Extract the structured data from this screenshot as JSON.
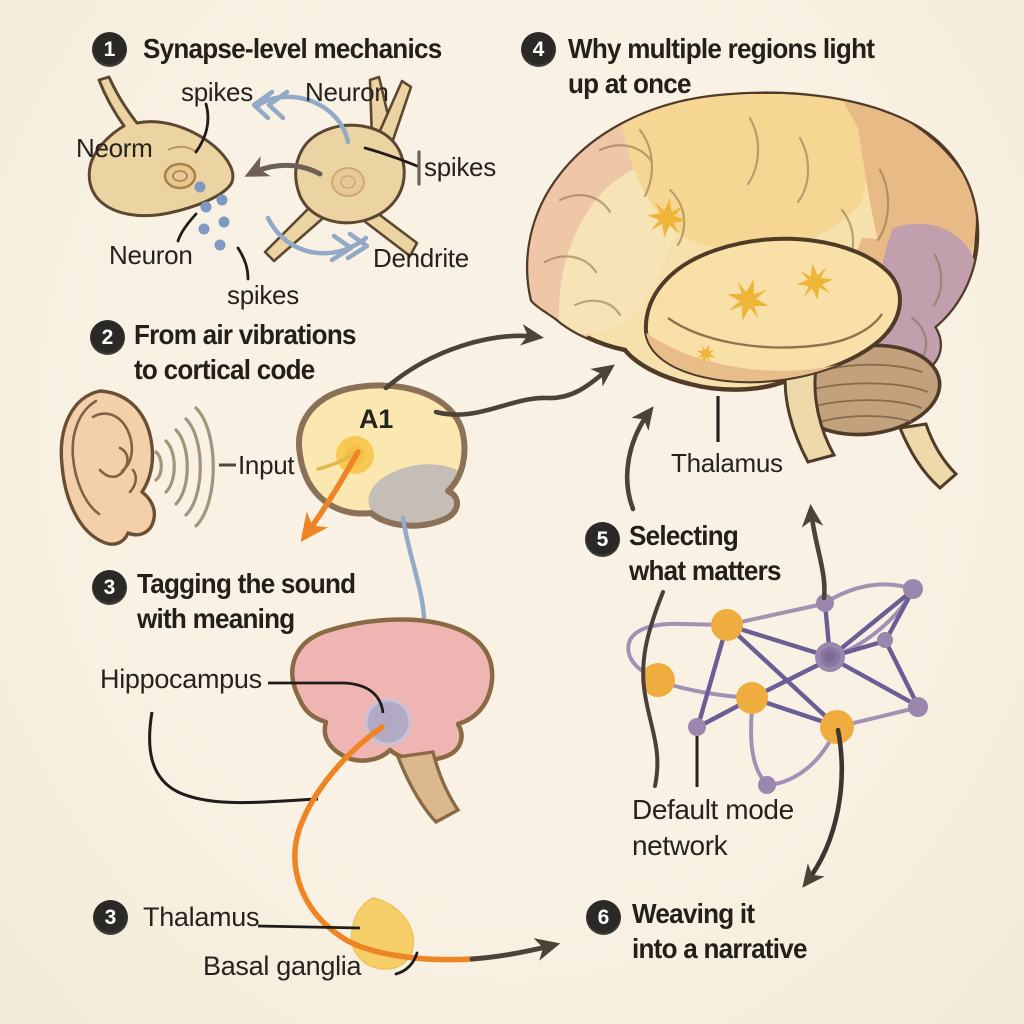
{
  "palette": {
    "background": "#f8f1e2",
    "badge_bg": "#2b2926",
    "badge_text": "#ffffff",
    "text": "#26221e",
    "arrow_dark": "#4d4238",
    "arrow_blue": "#92a9c8",
    "arrow_orange": "#ef8424",
    "neuron_fill": "#ecd3a2",
    "neuron_outline": "#5c4732",
    "vesicle_blue": "#7e9ac2",
    "brain_pink": "#efc6a8",
    "brain_yellow": "#f5d793",
    "brain_cream": "#f6e4b6",
    "brain_orange": "#e8ba85",
    "brain_purple": "#c29fad",
    "cerebellum_tan": "#c2a17d",
    "star_yellow": "#eeb32f",
    "a1_fill": "#fbe7b0",
    "a1_gray": "#c5beb6",
    "a1_circle": "#f7c854",
    "ear_fill": "#f3d0a9",
    "wave_color": "#a2937b",
    "limbic_pink": "#efb5b2",
    "brainstem_tan": "#dcb88e",
    "hippocampus_gray": "#b2aac4",
    "thalamus_yellow": "#f7cf68",
    "net_lavender": "#a48fb5",
    "net_purple": "#6a5f94",
    "net_orange": "#eead3e"
  },
  "sections": {
    "synapse": {
      "num": "1",
      "title": "Synapse-level mechanics"
    },
    "vibrations": {
      "num": "2",
      "line1": "From air vibrations",
      "line2": "to cortical code"
    },
    "tagging": {
      "num": "3",
      "line1": "Tagging the sound",
      "line2": "with meaning"
    },
    "regions": {
      "num": "4",
      "line1": "Why multiple regions light",
      "line2": "up at once"
    },
    "selecting": {
      "num": "5",
      "line1": "Selecting",
      "line2": "what matters"
    },
    "thalamus3": {
      "num": "3",
      "title": "Thalamus"
    },
    "weaving": {
      "num": "6",
      "line1": "Weaving it",
      "line2": "into a narrative"
    }
  },
  "labels": {
    "spikes_top": "spikes",
    "neuron_top": "Neuron",
    "neorm": "Neorm",
    "spikes_right": "spikes",
    "neuron_bottom": "Neuron",
    "spikes_bottom": "spikes",
    "dendrite": "Dendrite",
    "a1": "A1",
    "input": "Input",
    "thalamus_brain": "Thalamus",
    "hippocampus": "Hippocampus",
    "default_mode_line1": "Default mode",
    "default_mode_line2": "network",
    "basal_ganglia": "Basal ganglia"
  }
}
